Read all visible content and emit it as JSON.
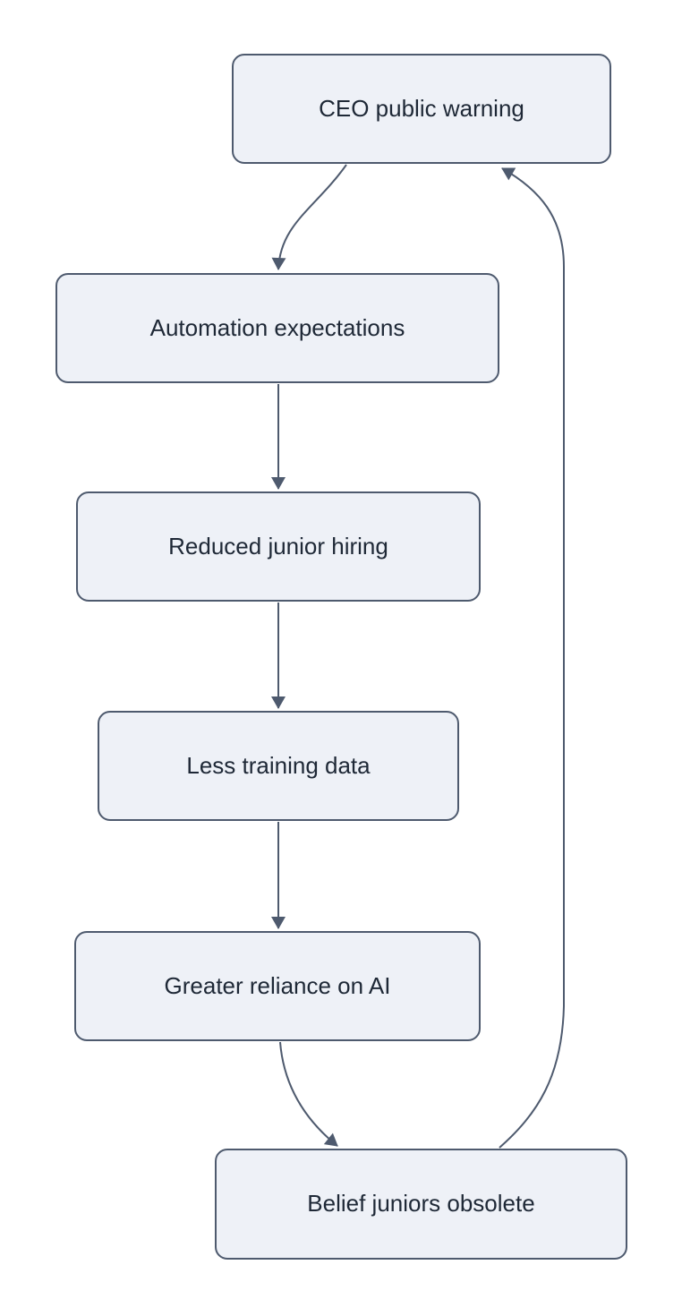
{
  "diagram": {
    "type": "flowchart",
    "background": "#ffffff",
    "colors": {
      "node_fill": "#eef1f7",
      "node_border": "#4e5a6e",
      "arrow": "#4e5a6e",
      "text": "#1e2836"
    },
    "nodes": [
      {
        "id": "ceo",
        "label": "CEO public warning"
      },
      {
        "id": "automation",
        "label": "Automation expectations"
      },
      {
        "id": "hiring",
        "label": "Reduced junior hiring"
      },
      {
        "id": "training",
        "label": "Less training data"
      },
      {
        "id": "reliance",
        "label": "Greater reliance on AI"
      },
      {
        "id": "belief",
        "label": "Belief juniors obsolete"
      }
    ],
    "edges": [
      {
        "from": "ceo",
        "to": "automation"
      },
      {
        "from": "automation",
        "to": "hiring"
      },
      {
        "from": "hiring",
        "to": "training"
      },
      {
        "from": "training",
        "to": "reliance"
      },
      {
        "from": "reliance",
        "to": "belief"
      },
      {
        "from": "belief",
        "to": "ceo"
      }
    ]
  }
}
